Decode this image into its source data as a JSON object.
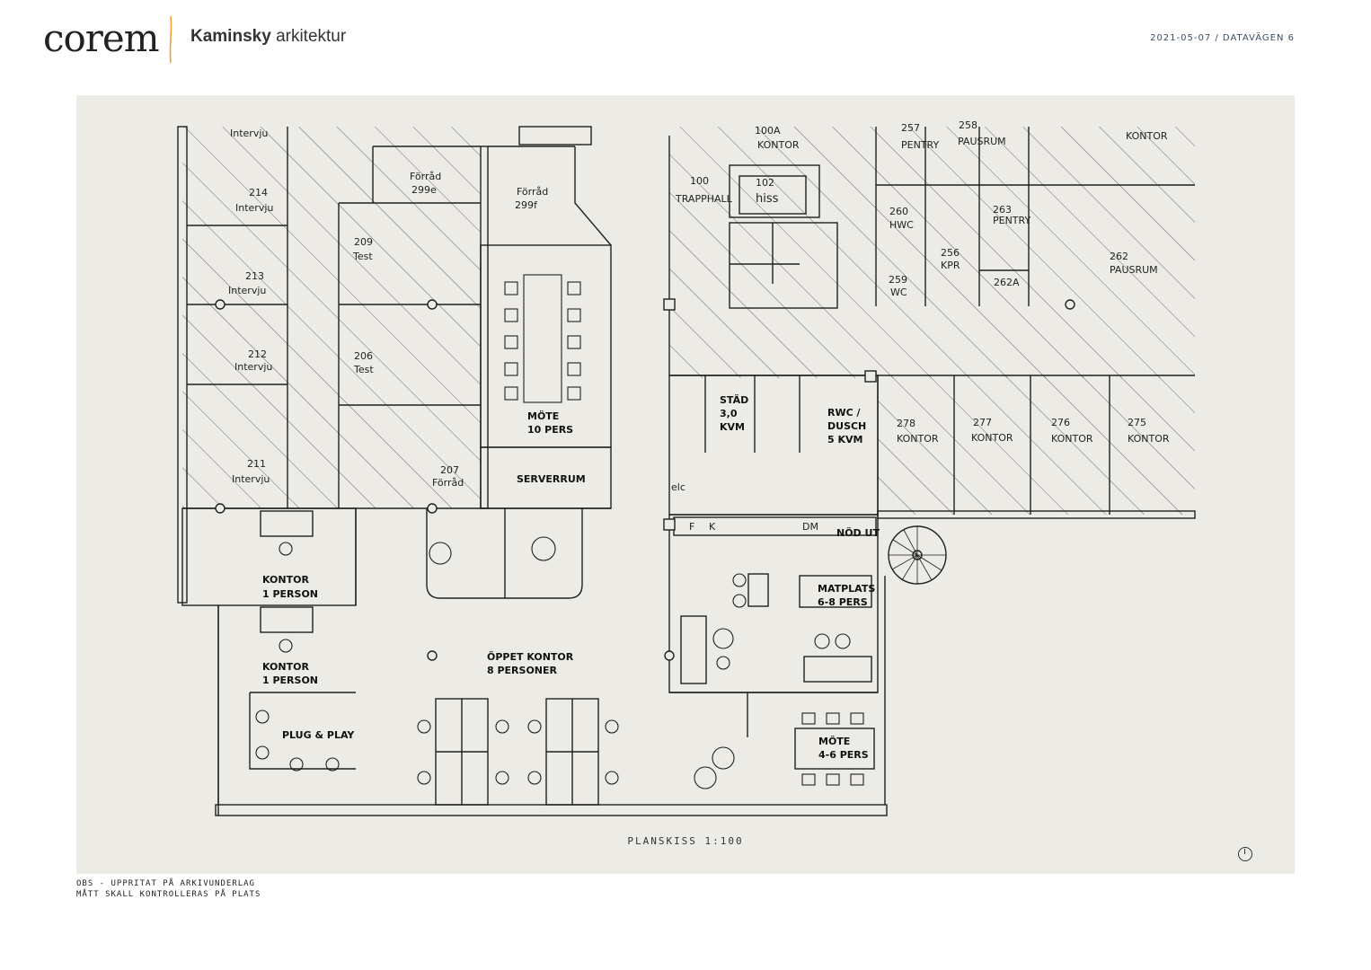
{
  "header": {
    "logo_text": "corem",
    "partner_bold": "Kaminsky",
    "partner_light": "arkitektur",
    "meta": "2021-05-07 / DATAVÄGEN 6"
  },
  "colors": {
    "accent": "#e8a13a",
    "meta_text": "#3b4e63",
    "panel_bg": "#ecebe6",
    "line": "#1f1f1f"
  },
  "plan": {
    "rooms": {
      "r_intervju_top": "Intervju",
      "r214": [
        "214",
        "Intervju"
      ],
      "r213": [
        "213",
        "Intervju"
      ],
      "r212": [
        "212",
        "Intervju"
      ],
      "r211": [
        "211",
        "Intervju"
      ],
      "r299e": [
        "Förråd",
        "299e"
      ],
      "r299f": [
        "Förråd",
        "299f"
      ],
      "r209": [
        "209",
        "Test"
      ],
      "r206": [
        "206",
        "Test"
      ],
      "r207": [
        "207",
        "Förråd"
      ],
      "r100a": [
        "100A",
        "KONTOR"
      ],
      "r100": [
        "100",
        "TRAPPHALL"
      ],
      "r102": [
        "102",
        "hiss"
      ],
      "r257": [
        "257",
        "PENTRY"
      ],
      "r258": [
        "258",
        "PAUSRUM"
      ],
      "r_kontor_top": "KONTOR",
      "r260": [
        "260",
        "HWC"
      ],
      "r263": [
        "263",
        "PENTRY"
      ],
      "r256": [
        "256",
        "KPR"
      ],
      "r259": [
        "259",
        "WC"
      ],
      "r262a": "262A",
      "r262": [
        "262",
        "PAUSRUM"
      ],
      "r278": [
        "278",
        "KONTOR"
      ],
      "r277": [
        "277",
        "KONTOR"
      ],
      "r276": [
        "276",
        "KONTOR"
      ],
      "r275": [
        "275",
        "KONTOR"
      ],
      "mote10": [
        "MÖTE",
        "10 PERS"
      ],
      "serverrum": "SERVERRUM",
      "stad": [
        "STÄD",
        "3,0",
        "KVM"
      ],
      "rwc": [
        "RWC /",
        "DUSCH",
        "5 KVM"
      ],
      "kontor1a": [
        "KONTOR",
        "1 PERSON"
      ],
      "kontor1b": [
        "KONTOR",
        "1 PERSON"
      ],
      "oppet": [
        "ÖPPET KONTOR",
        "8 PERSONER"
      ],
      "plug": "PLUG & PLAY",
      "nodut": "NÖD UT",
      "matplats": [
        "MATPLATS",
        "6-8 PERS"
      ],
      "mote46": [
        "MÖTE",
        "4-6 PERS"
      ],
      "kitchen_f": "F",
      "kitchen_k": "K",
      "kitchen_dm": "DM",
      "elc": "elc"
    },
    "scale_label": "PLANSKISS 1:100"
  },
  "notes": [
    "OBS - UPPRITAT PÅ ARKIVUNDERLAG",
    "MÅTT SKALL KONTROLLERAS PÅ PLATS"
  ]
}
